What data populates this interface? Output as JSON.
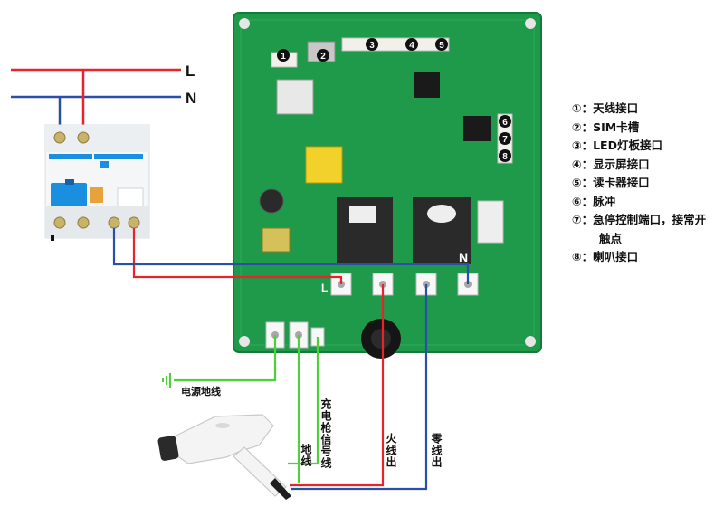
{
  "supply": {
    "line_L": "L",
    "line_N": "N"
  },
  "board": {
    "markers": [
      "1",
      "2",
      "3",
      "4",
      "5",
      "6",
      "7",
      "8"
    ],
    "terminal_L": "L",
    "terminal_N": "N"
  },
  "wires": {
    "power_ground": "电源地线",
    "cp_signal": "充电枪信号线",
    "ground": "地线",
    "live_out": "火线出",
    "neutral_out": "零线出"
  },
  "legend": [
    "①：天线接口",
    "②：SIM卡槽",
    "③：LED灯板接口",
    "④：显示屏接口",
    "⑤：读卡器接口",
    "⑥：脉冲",
    "⑦：急停控制端口，接常开触点",
    "⑧：喇叭接口"
  ],
  "colors": {
    "live": "#e8232a",
    "neutral": "#2b4fa8",
    "ground": "#4cd137",
    "pcb": "#1e9a4a",
    "breaker": "#1a8fe0"
  }
}
